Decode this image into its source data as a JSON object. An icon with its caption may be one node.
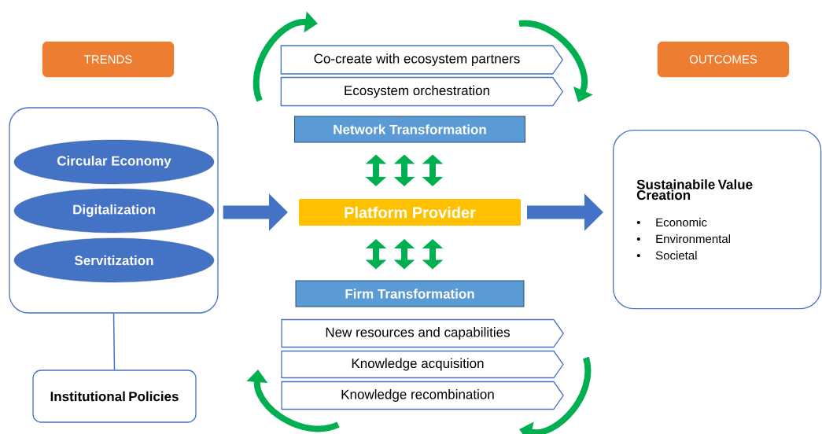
{
  "diagram": {
    "nodes": [
      {
        "text": [
          "TRENDS"
        ]
      },
      {
        "text": [
          "OUTCOMES"
        ]
      },
      {
        "text": [
          "Co-create with ecosystem partners"
        ]
      },
      {
        "text": [
          "Ecosystem orchestration"
        ]
      },
      {
        "text": [
          "Network Transformation"
        ]
      },
      {
        "text": [],
        "shape": "box"
      },
      {
        "text": [
          "Circular Economy"
        ],
        "in": 5
      },
      {
        "text": [
          "Digitalization"
        ],
        "in": 5
      },
      {
        "text": [
          "Servitization"
        ],
        "in": 5
      },
      {
        "text": [
          "Platform Provider"
        ]
      },
      {
        "text": [
          "Sustainabile Value Creation",
          "•",
          "Economic",
          "•",
          "Environmental",
          "•",
          "Societal"
        ]
      },
      {
        "text": [
          "Firm Transformation"
        ]
      },
      {
        "text": [
          "New resources and capabilities"
        ]
      },
      {
        "text": [
          "Knowledge acquisition"
        ]
      },
      {
        "text": [
          "Knowledge recombination"
        ]
      },
      {
        "text": [
          "Institutional Policies"
        ]
      }
    ],
    "edges": [
      {
        "from": 5,
        "to": 9,
        "arrow": "to",
        "style": "thick",
        "color": "#4472c4"
      },
      {
        "from": 9,
        "to": 10,
        "arrow": "to",
        "style": "thick",
        "color": "#4472c4"
      },
      {
        "from": 4,
        "to": 9,
        "arrow": "both"
      },
      {
        "from": 4,
        "to": 9,
        "arrow": "both"
      },
      {
        "from": 4,
        "to": 9,
        "arrow": "both"
      },
      {
        "from": 9,
        "to": 11,
        "arrow": "both"
      },
      {
        "from": 9,
        "to": 11,
        "arrow": "both"
      },
      {
        "from": 9,
        "to": 11,
        "arrow": "both"
      },
      {
        "from": 5,
        "to": 15,
        "arrow": "none",
        "color": "#4472c4"
      }
    ]
  }
}
